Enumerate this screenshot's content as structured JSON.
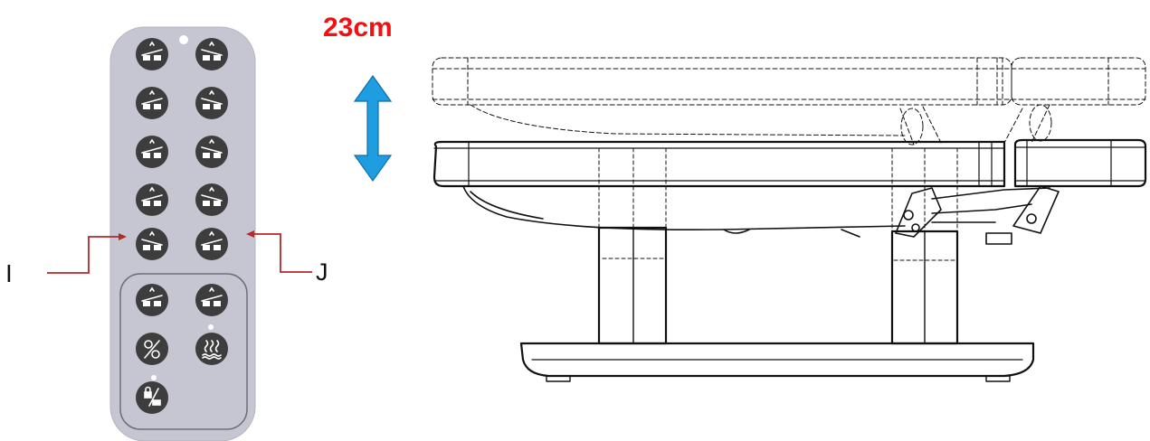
{
  "labels": {
    "left_callout": "I",
    "right_callout": "J",
    "height_travel": "23cm"
  },
  "remote": {
    "body_color": "#c6c6d2",
    "button_color": "#3d3d3d",
    "buttons": [
      {
        "row": 1,
        "col": 1,
        "icon": "tilt-head-up-icon"
      },
      {
        "row": 1,
        "col": 2,
        "icon": "tilt-head-down-icon"
      },
      {
        "row": 2,
        "col": 1,
        "icon": "tilt-back-up-icon"
      },
      {
        "row": 2,
        "col": 2,
        "icon": "tilt-back-down-icon"
      },
      {
        "row": 3,
        "col": 1,
        "icon": "backrest-up-icon"
      },
      {
        "row": 3,
        "col": 2,
        "icon": "backrest-down-icon"
      },
      {
        "row": 4,
        "col": 1,
        "icon": "leg-section-up-icon"
      },
      {
        "row": 4,
        "col": 2,
        "icon": "leg-section-down-icon"
      },
      {
        "row": 5,
        "col": 1,
        "icon": "height-down-icon"
      },
      {
        "row": 5,
        "col": 2,
        "icon": "height-up-icon"
      },
      {
        "row": 6,
        "col": 1,
        "icon": "memory-position-icon"
      },
      {
        "row": 6,
        "col": 2,
        "icon": "return-flat-icon"
      },
      {
        "row": 7,
        "col": 1,
        "icon": "motor-off-icon"
      },
      {
        "row": 7,
        "col": 2,
        "icon": "heating-icon"
      },
      {
        "row": 8,
        "col": 1,
        "icon": "lock-icon"
      }
    ]
  },
  "colors": {
    "height_arrow": "#1e9ee0",
    "callout_line": "#b02a2a",
    "height_text": "#f01212",
    "drawing_line": "#111111"
  }
}
